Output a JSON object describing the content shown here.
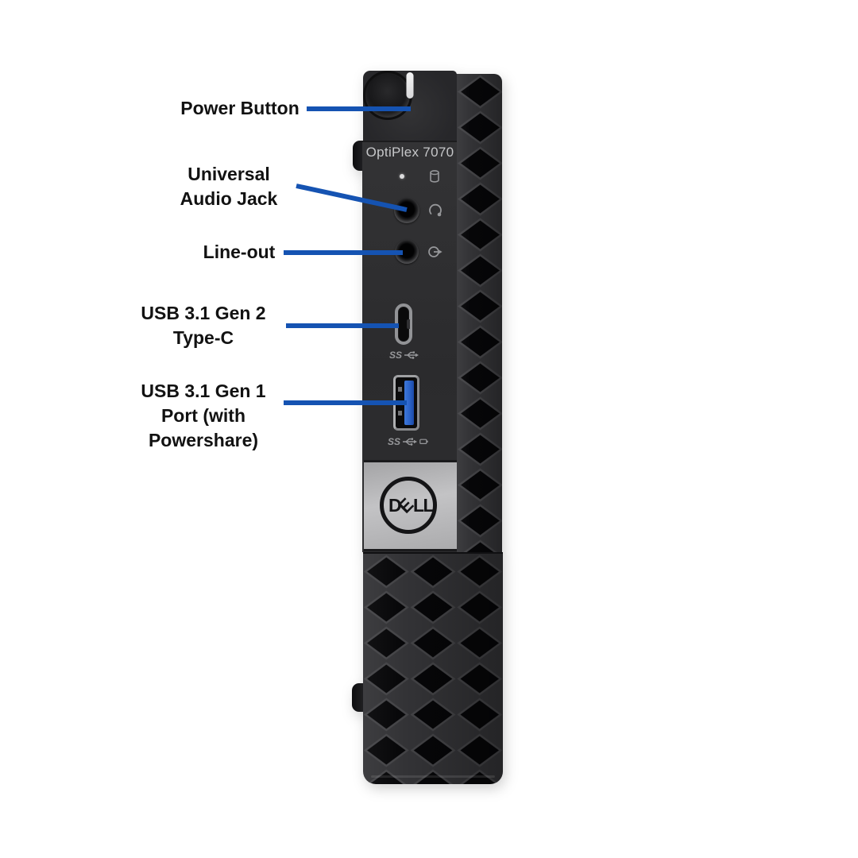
{
  "colors": {
    "background": "#ffffff",
    "leader_line": "#1553b2",
    "label_text": "#121212",
    "panel_body": "#2e2e30",
    "mesh_ridge": "#333336",
    "mesh_hole": "#060608",
    "plate_silver": "#b7b8ba",
    "usb_tongue_blue": "#2b63c8",
    "power_bar_white": "#f4f4f5",
    "port_label_gray": "#96979a",
    "model_text_gray": "#c6c7c9"
  },
  "callouts": [
    {
      "id": "power-button",
      "label": "Power Button"
    },
    {
      "id": "universal-audio-jack",
      "label": "Universal\nAudio Jack"
    },
    {
      "id": "line-out",
      "label": "Line-out"
    },
    {
      "id": "usb-c",
      "label": "USB 3.1 Gen 2\nType-C"
    },
    {
      "id": "usb-a",
      "label": "USB 3.1 Gen 1\nPort (with\nPowershare)"
    }
  ],
  "device": {
    "model_label": "OptiPlex 7070",
    "brand_letters": [
      "D",
      "E",
      "L",
      "L"
    ],
    "usb_c_port_logo": "SS",
    "usb_a_port_logo": "SS"
  }
}
